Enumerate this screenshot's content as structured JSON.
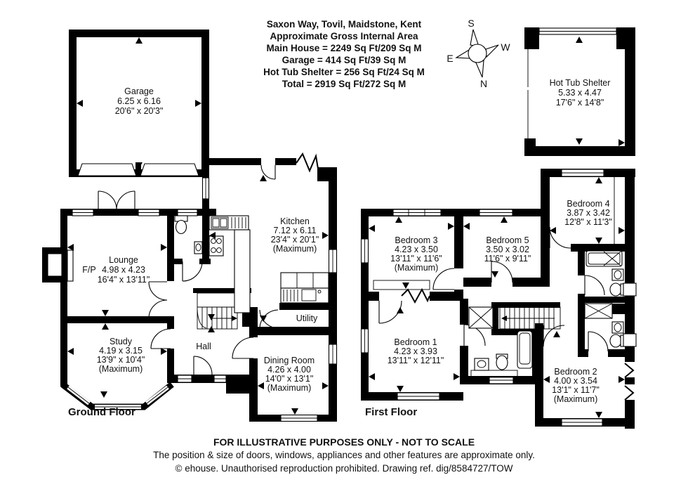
{
  "header": {
    "line1": "Saxon Way, Tovil, Maidstone, Kent",
    "line2": "Approximate Gross Internal Area",
    "line3": "Main House = 2249 Sq Ft/209 Sq M",
    "line4": "Garage = 414 Sq Ft/39 Sq M",
    "line5": "Hot Tub Shelter = 256 Sq Ft/24 Sq M",
    "line6": "Total = 2919 Sq Ft/272 Sq M"
  },
  "compass": {
    "north": "N",
    "south": "S",
    "east": "E",
    "west": "W"
  },
  "outbuildings": {
    "garage": {
      "name": "Garage",
      "metric": "6.25 x 6.16",
      "imperial": "20'6\" x 20'3\""
    },
    "hot_tub_shelter": {
      "name": "Hot Tub Shelter",
      "metric": "5.33 x 4.47",
      "imperial": "17'6\" x 14'8\""
    }
  },
  "ground_floor": {
    "label": "Ground Floor",
    "rooms": {
      "lounge": {
        "name": "Lounge",
        "metric": "4.98 x 4.23",
        "imperial": "16'4\" x 13'11\""
      },
      "fireplace": {
        "label": "F/P"
      },
      "study": {
        "name": "Study",
        "metric": "4.19 x 3.15",
        "imperial": "13'9\" x 10'4\"",
        "note": "(Maximum)"
      },
      "kitchen": {
        "name": "Kitchen",
        "metric": "7.12 x 6.11",
        "imperial": "23'4\" x 20'1\"",
        "note": "(Maximum)"
      },
      "utility": {
        "name": "Utility"
      },
      "hall": {
        "name": "Hall"
      },
      "dining_room": {
        "name": "Dining Room",
        "metric": "4.26 x 4.00",
        "imperial": "14'0\" x 13'1\"",
        "note": "(Maximum)"
      }
    }
  },
  "first_floor": {
    "label": "First Floor",
    "rooms": {
      "bedroom1": {
        "name": "Bedroom 1",
        "metric": "4.23 x 3.93",
        "imperial": "13'11\" x 12'11\""
      },
      "bedroom2": {
        "name": "Bedroom 2",
        "metric": "4.00 x 3.54",
        "imperial": "13'1\" x 11'7\"",
        "note": "(Maximum)"
      },
      "bedroom3": {
        "name": "Bedroom 3",
        "metric": "4.23 x 3.50",
        "imperial": "13'11\" x 11'6\"",
        "note": "(Maximum)"
      },
      "bedroom4": {
        "name": "Bedroom 4",
        "metric": "3.87 x 3.42",
        "imperial": "12'8\" x 11'3\""
      },
      "bedroom5": {
        "name": "Bedroom 5",
        "metric": "3.50 x 3.02",
        "imperial": "11'6\" x 9'11\""
      }
    }
  },
  "footer": {
    "line1": "FOR ILLUSTRATIVE PURPOSES ONLY - NOT TO SCALE",
    "line2": "The position & size of doors, windows, appliances and other features are approximate only.",
    "line3": "© ehouse. Unauthorised reproduction prohibited. Drawing ref. dig/8584727/TOW"
  },
  "colors": {
    "wall": "#000000",
    "background": "#ffffff",
    "text": "#111111"
  }
}
